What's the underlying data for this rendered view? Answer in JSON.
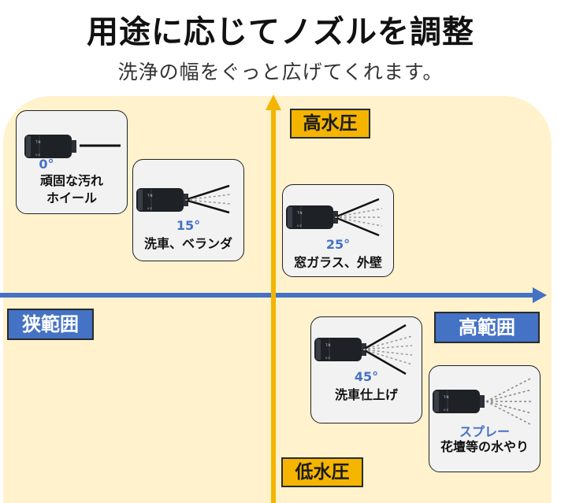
{
  "title": "用途に応じてノズルを調整",
  "subtitle": "洗浄の幅をぐっと広げてくれます。",
  "axes": {
    "top": "高水圧",
    "bottom": "低水圧",
    "left": "狭範囲",
    "right": "高範囲"
  },
  "colors": {
    "panel": "#fff2cc",
    "horizontal_axis": "#4472c4",
    "vertical_axis": "#f4b400",
    "card": "#f2f2f2",
    "degree_text": "#4472c4"
  },
  "nozzles": [
    {
      "angle": "0°",
      "use": [
        "頑固な汚れ",
        "ホイール"
      ]
    },
    {
      "angle": "15°",
      "use": [
        "洗車、ベランダ"
      ]
    },
    {
      "angle": "25°",
      "use": [
        "窓ガラス、外壁"
      ]
    },
    {
      "angle": "45°",
      "use": [
        "洗車仕上げ"
      ]
    },
    {
      "angle": "スプレー",
      "use": [
        "花壇等の水やり"
      ]
    }
  ]
}
